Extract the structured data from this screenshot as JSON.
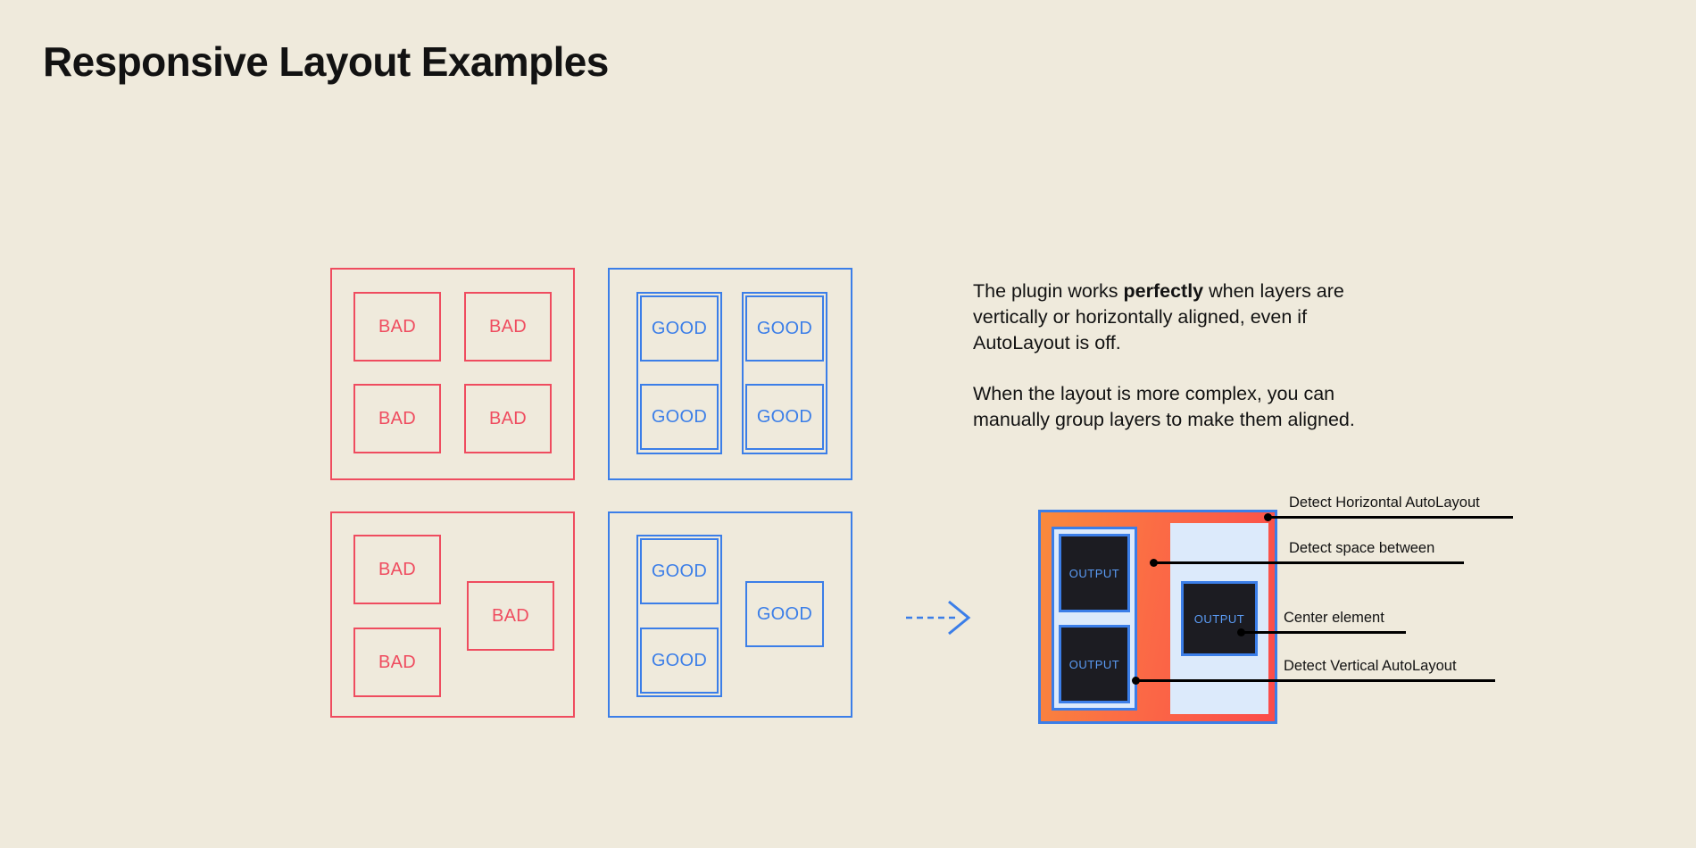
{
  "page": {
    "title": "Responsive Layout Examples",
    "background_color": "#efeadc",
    "bad_color": "#ef4c5f",
    "good_color": "#3b7ee8",
    "text_color": "#121212"
  },
  "examples": {
    "bad_grid": {
      "label": "bad-aligned-grid",
      "cells": [
        "BAD",
        "BAD",
        "BAD",
        "BAD"
      ]
    },
    "good_grid": {
      "label": "good-aligned-grid",
      "cells": [
        "GOOD",
        "GOOD",
        "GOOD",
        "GOOD"
      ]
    },
    "bad_complex": {
      "label": "bad-complex-layout",
      "cells": [
        "BAD",
        "BAD",
        "BAD"
      ]
    },
    "good_complex": {
      "label": "good-complex-layout",
      "cells": [
        "GOOD",
        "GOOD",
        "GOOD"
      ]
    }
  },
  "arrow": {
    "name": "flow-arrow",
    "color": "#3b7ee8",
    "style": "dashed"
  },
  "description": {
    "paragraph_1_part_1": "The plugin works ",
    "paragraph_1_bold": "perfectly",
    "paragraph_1_part_2": " when layers are vertically or horizontally aligned, even if AutoLayout is off.",
    "paragraph_2": "When the layout is more complex, you can manually group layers to make them aligned."
  },
  "detection": {
    "frame_gradient_from": "#fa8a3c",
    "frame_gradient_to": "#fb4b4b",
    "frame_border": "#3b7ee8",
    "panel_fill": "#dceafb",
    "output_fill": "#1c1c22",
    "output_text_color": "#5b9cf5",
    "outputs": [
      "OUTPUT",
      "OUTPUT",
      "OUTPUT"
    ],
    "callouts": [
      {
        "label": "Detect Horizontal AutoLayout"
      },
      {
        "label": "Detect space between"
      },
      {
        "label": "Center element"
      },
      {
        "label": "Detect Vertical AutoLayout"
      }
    ]
  }
}
